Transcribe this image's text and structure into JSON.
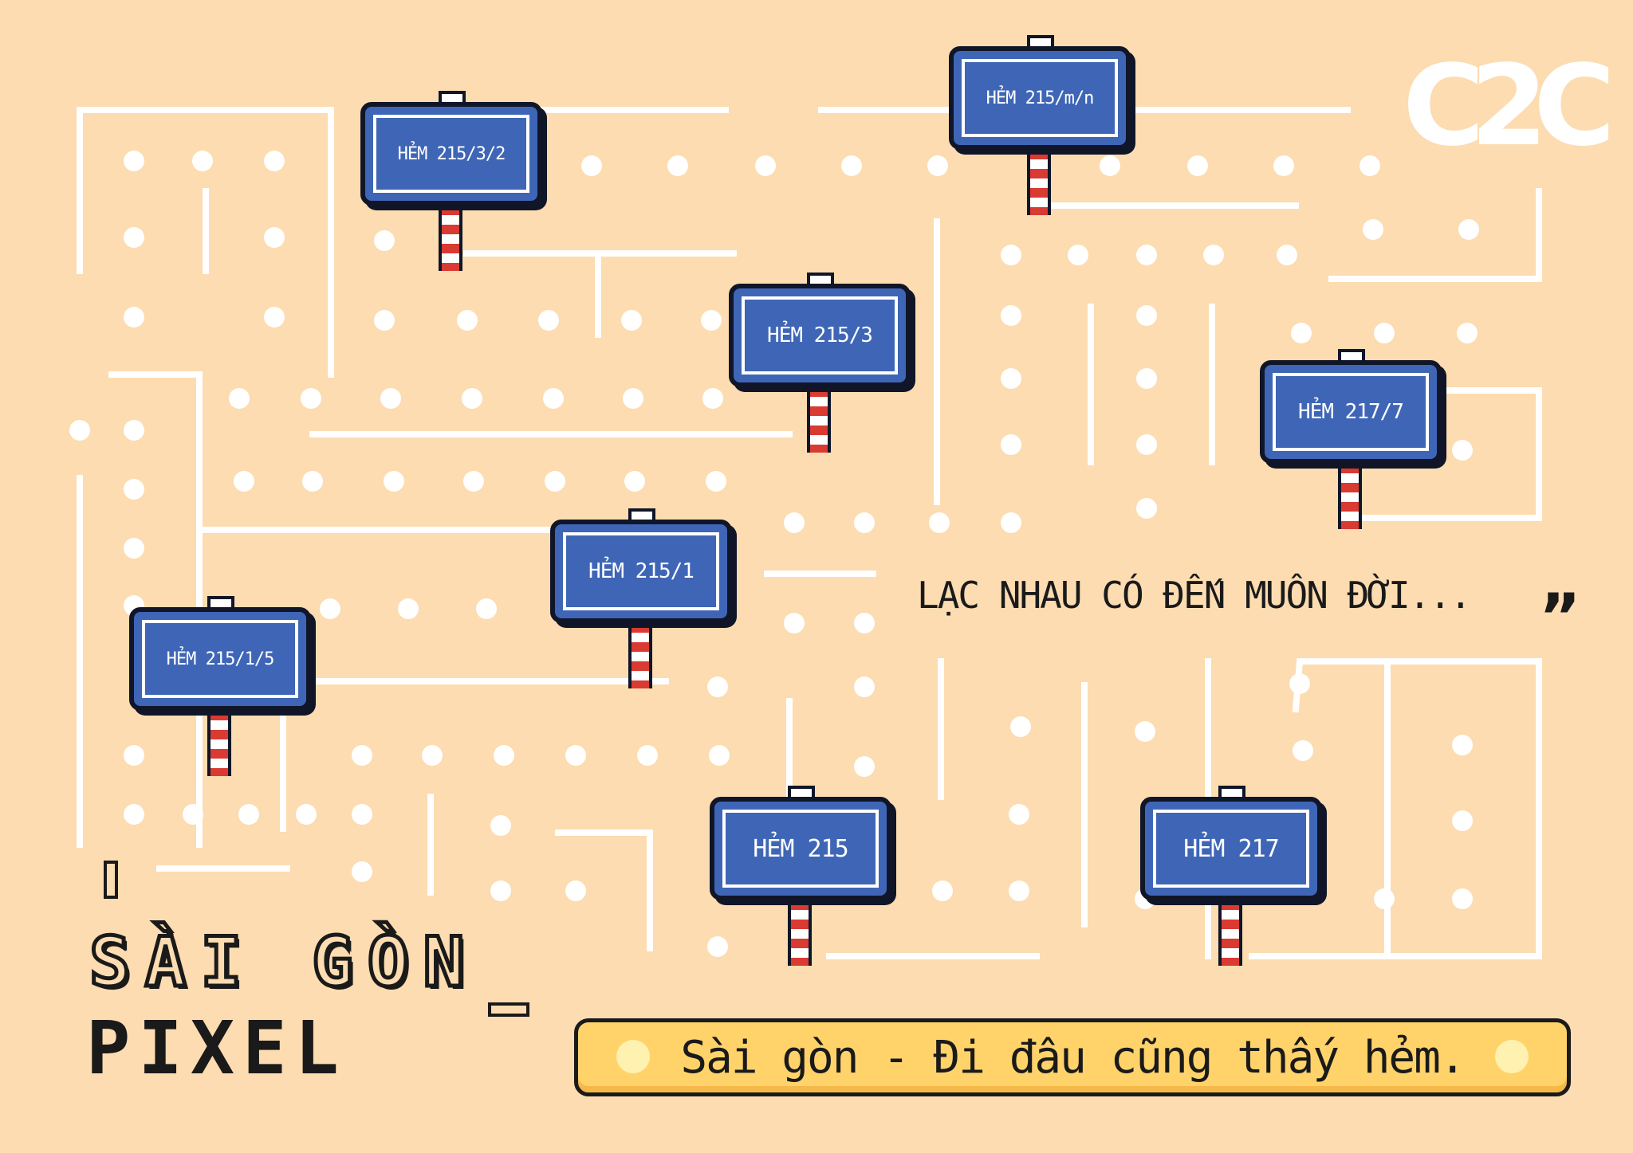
{
  "brand": {
    "logo_text": "C2C"
  },
  "signs": [
    {
      "label": "HẺM 215/3/2"
    },
    {
      "label": "HẺM 215/m/n"
    },
    {
      "label": "HẺM 215/3"
    },
    {
      "label": "HẺM 217/7"
    },
    {
      "label": "HẺM 215/1"
    },
    {
      "label": "HẺM 215/1/5"
    },
    {
      "label": "HẺM 215"
    },
    {
      "label": "HẺM 217"
    }
  ],
  "quote": {
    "text": "LẠC NHAU CÓ ĐẾN MUÔN ĐỜI...",
    "mark": "”"
  },
  "title": {
    "line1": "SÀI GÒN",
    "line2": "PIXEL"
  },
  "banner": {
    "text": "Sài gòn - Đi đâu cũng thấy hẻm."
  },
  "colors": {
    "background": "#fcdcb0",
    "maze_line": "#ffffff",
    "sign_blue": "#3f66b6",
    "sign_border": "#101628",
    "pole_red": "#d93a32",
    "banner_yellow": "#ffd36a"
  }
}
